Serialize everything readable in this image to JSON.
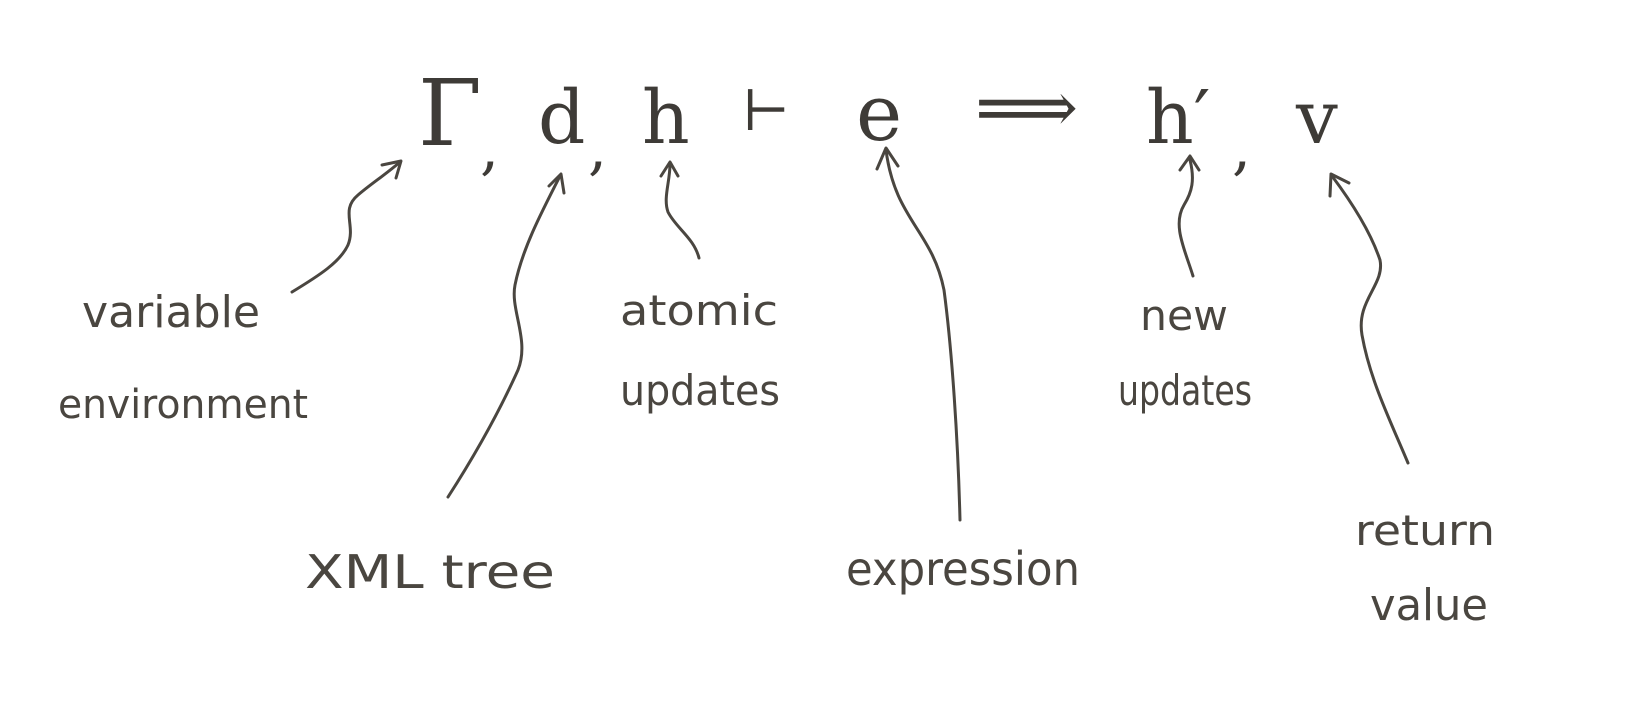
{
  "judgment": {
    "symbols": {
      "gamma": "Γ",
      "comma1": ",",
      "d": "d",
      "comma2": ",",
      "h": "h",
      "turnstile": "⊢",
      "e": "e",
      "arrow": "⟹",
      "h_prime": "h′",
      "comma3": ",",
      "v": "v"
    }
  },
  "labels": {
    "variable_environment": [
      "variable",
      "environment"
    ],
    "xml_tree": [
      "XML  tree"
    ],
    "atomic_updates": [
      "atomic",
      "updates"
    ],
    "expression": [
      "expression"
    ],
    "new_updates": [
      "new",
      "updates"
    ],
    "return_value": [
      "return",
      "value"
    ]
  }
}
